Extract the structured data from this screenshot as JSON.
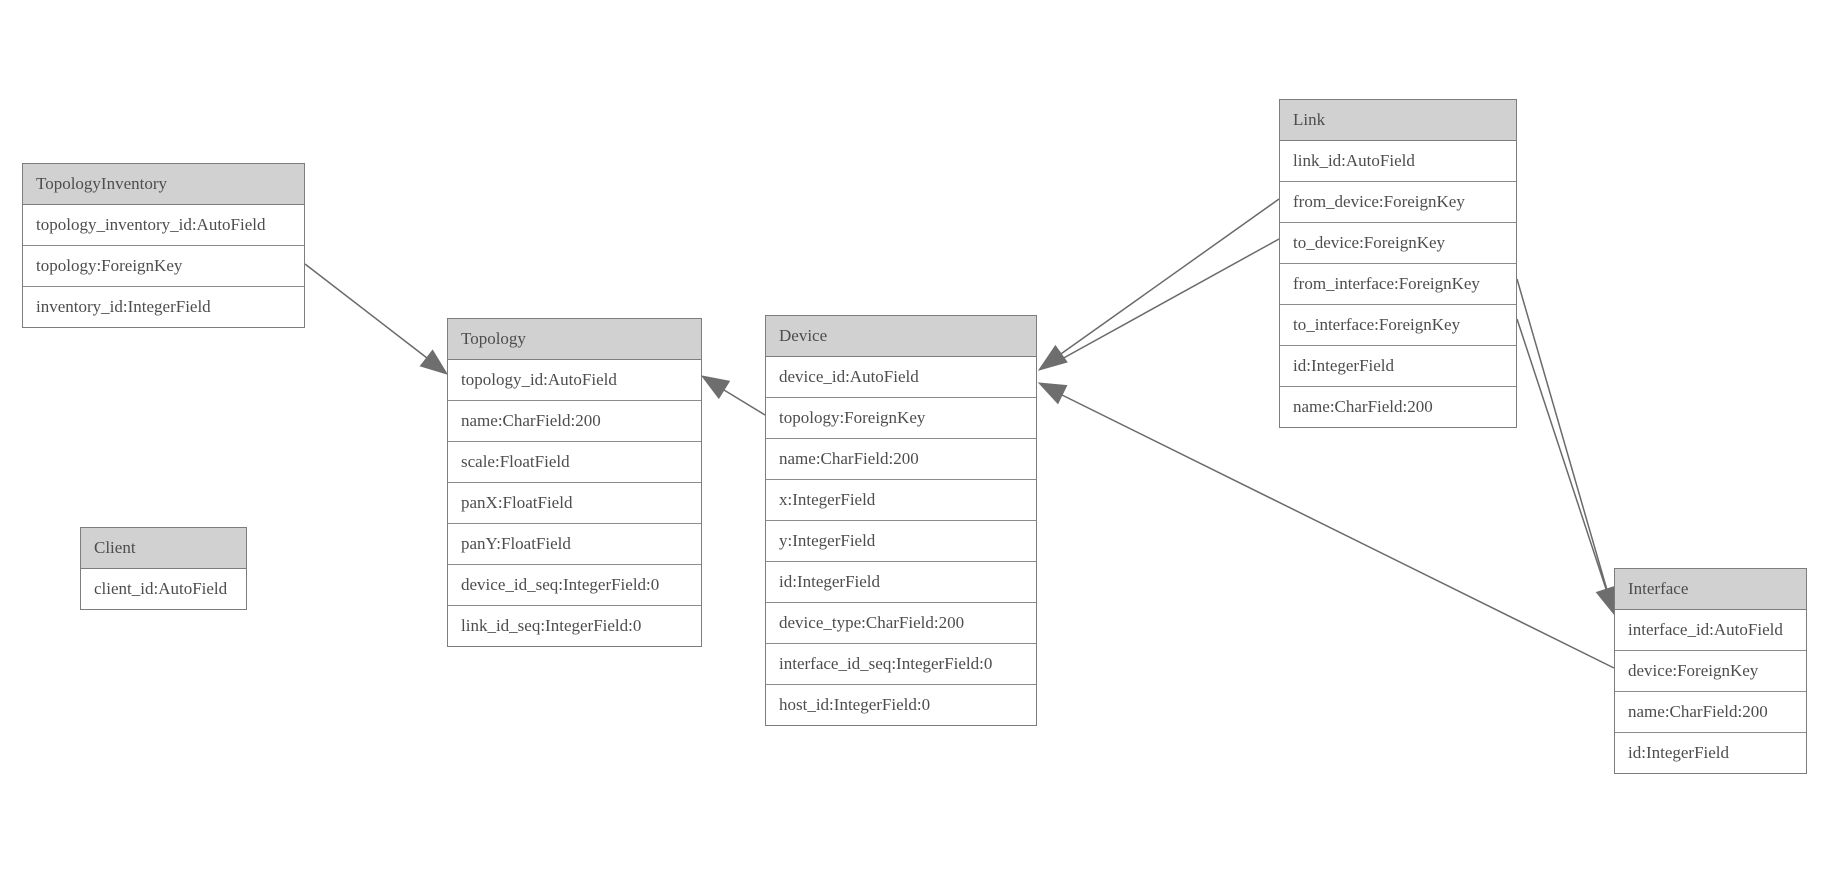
{
  "colors": {
    "background": "#ffffff",
    "box_border": "#7d7d7d",
    "header_fill": "#d1d1d1",
    "body_fill": "#ffffff",
    "text": "#4d4d4d",
    "relation_line": "#6a6a6a",
    "arrowhead_fill": "#6e6e6e"
  },
  "entities": [
    {
      "name": "TopologyInventory",
      "fields": [
        "topology_inventory_id:AutoField",
        "topology:ForeignKey",
        "inventory_id:IntegerField"
      ]
    },
    {
      "name": "Topology",
      "fields": [
        "topology_id:AutoField",
        "name:CharField:200",
        "scale:FloatField",
        "panX:FloatField",
        "panY:FloatField",
        "device_id_seq:IntegerField:0",
        "link_id_seq:IntegerField:0"
      ]
    },
    {
      "name": "Client",
      "fields": [
        "client_id:AutoField"
      ]
    },
    {
      "name": "Device",
      "fields": [
        "device_id:AutoField",
        "topology:ForeignKey",
        "name:CharField:200",
        "x:IntegerField",
        "y:IntegerField",
        "id:IntegerField",
        "device_type:CharField:200",
        "interface_id_seq:IntegerField:0",
        "host_id:IntegerField:0"
      ]
    },
    {
      "name": "Link",
      "fields": [
        "link_id:AutoField",
        "from_device:ForeignKey",
        "to_device:ForeignKey",
        "from_interface:ForeignKey",
        "to_interface:ForeignKey",
        "id:IntegerField",
        "name:CharField:200"
      ]
    },
    {
      "name": "Interface",
      "fields": [
        "interface_id:AutoField",
        "device:ForeignKey",
        "name:CharField:200",
        "id:IntegerField"
      ]
    }
  ],
  "relations": [
    {
      "from": "TopologyInventory.topology",
      "to": "Topology.topology_id"
    },
    {
      "from": "Device.topology",
      "to": "Topology.topology_id"
    },
    {
      "from": "Link.from_device",
      "to": "Device.device_id"
    },
    {
      "from": "Link.to_device",
      "to": "Device.device_id"
    },
    {
      "from": "Link.from_interface",
      "to": "Interface.interface_id"
    },
    {
      "from": "Link.to_interface",
      "to": "Interface.interface_id"
    },
    {
      "from": "Interface.device",
      "to": "Device.device_id"
    }
  ]
}
